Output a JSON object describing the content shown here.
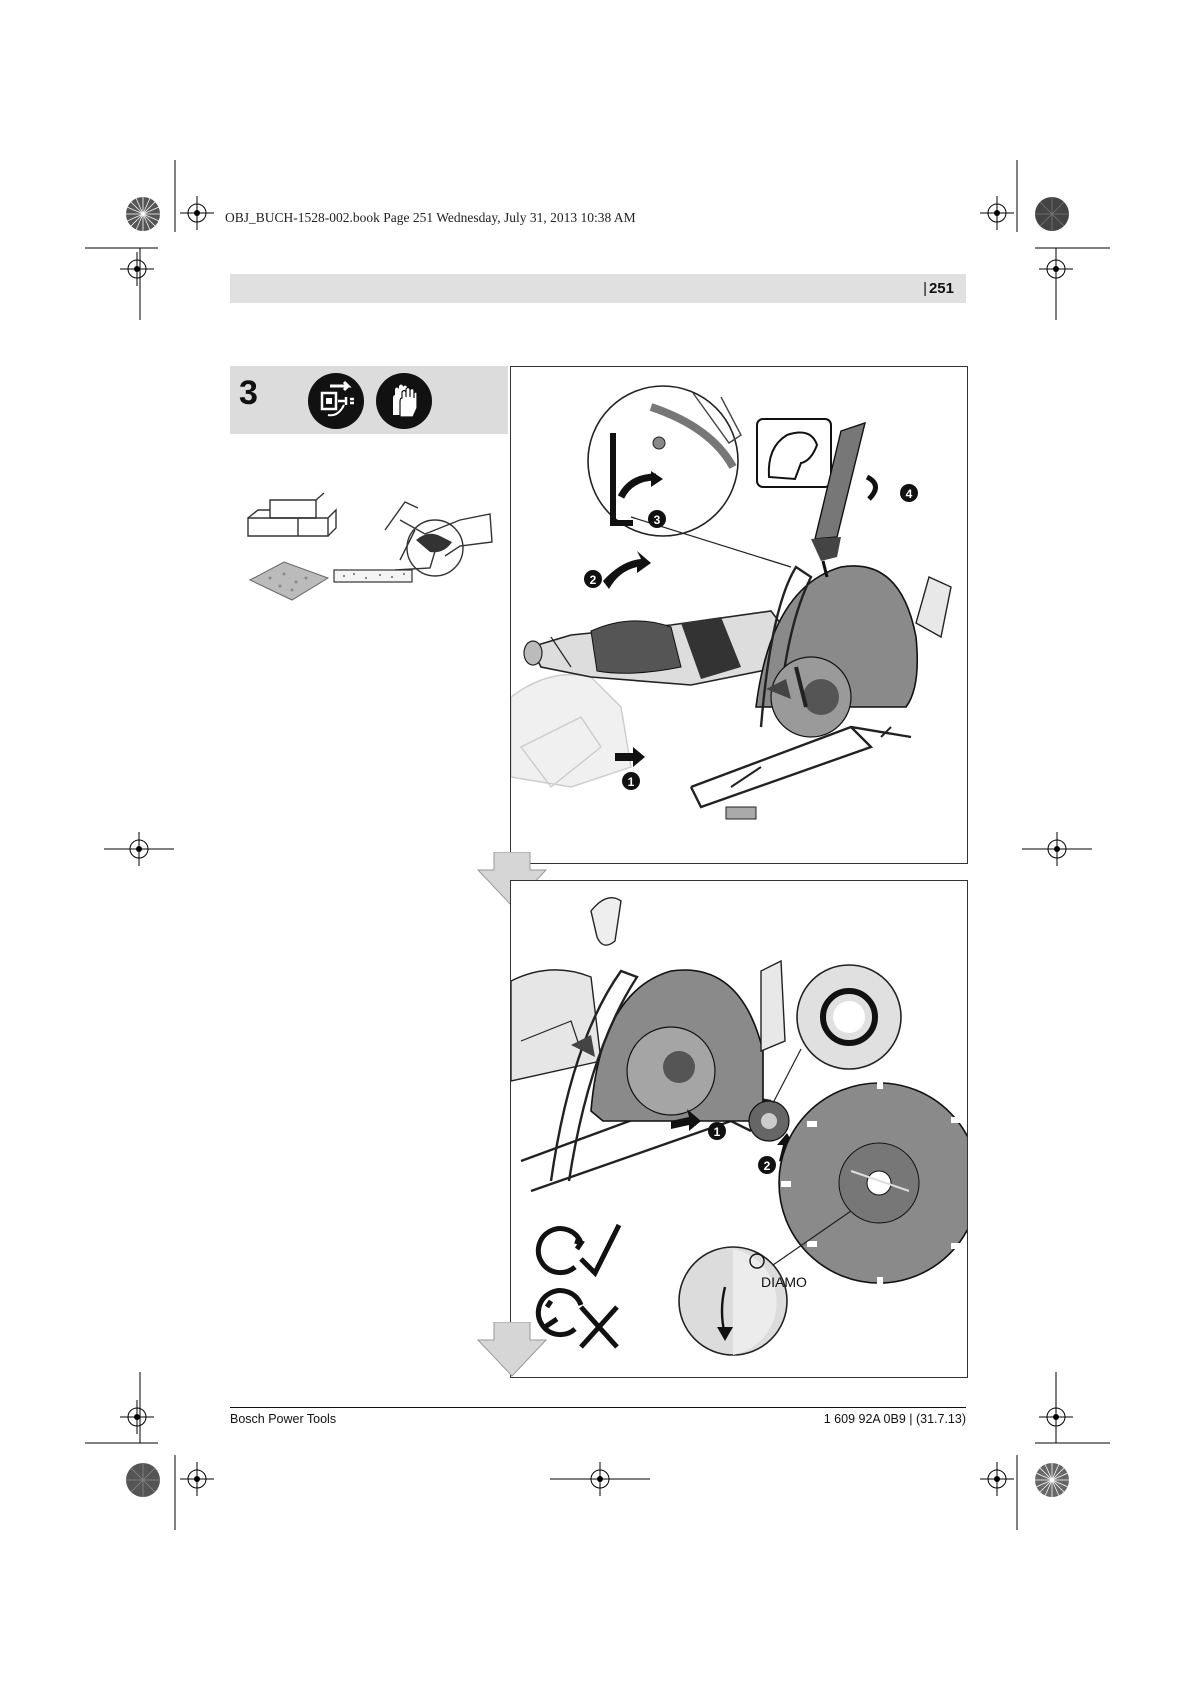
{
  "slug_line": "OBJ_BUCH-1528-002.book  Page 251  Wednesday, July 31, 2013  10:38 AM",
  "header": {
    "page_number": "251"
  },
  "step": {
    "number": "3",
    "icons": [
      "unplug-icon",
      "gloves-icon"
    ]
  },
  "figure_top": {
    "callouts": [
      "1",
      "2",
      "3",
      "4"
    ]
  },
  "figure_bottom": {
    "callouts": [
      "1",
      "2"
    ],
    "blade_label": "DIAMO"
  },
  "footer": {
    "left": "Bosch Power Tools",
    "right": "1 609 92A 0B9 | (31.7.13)"
  }
}
